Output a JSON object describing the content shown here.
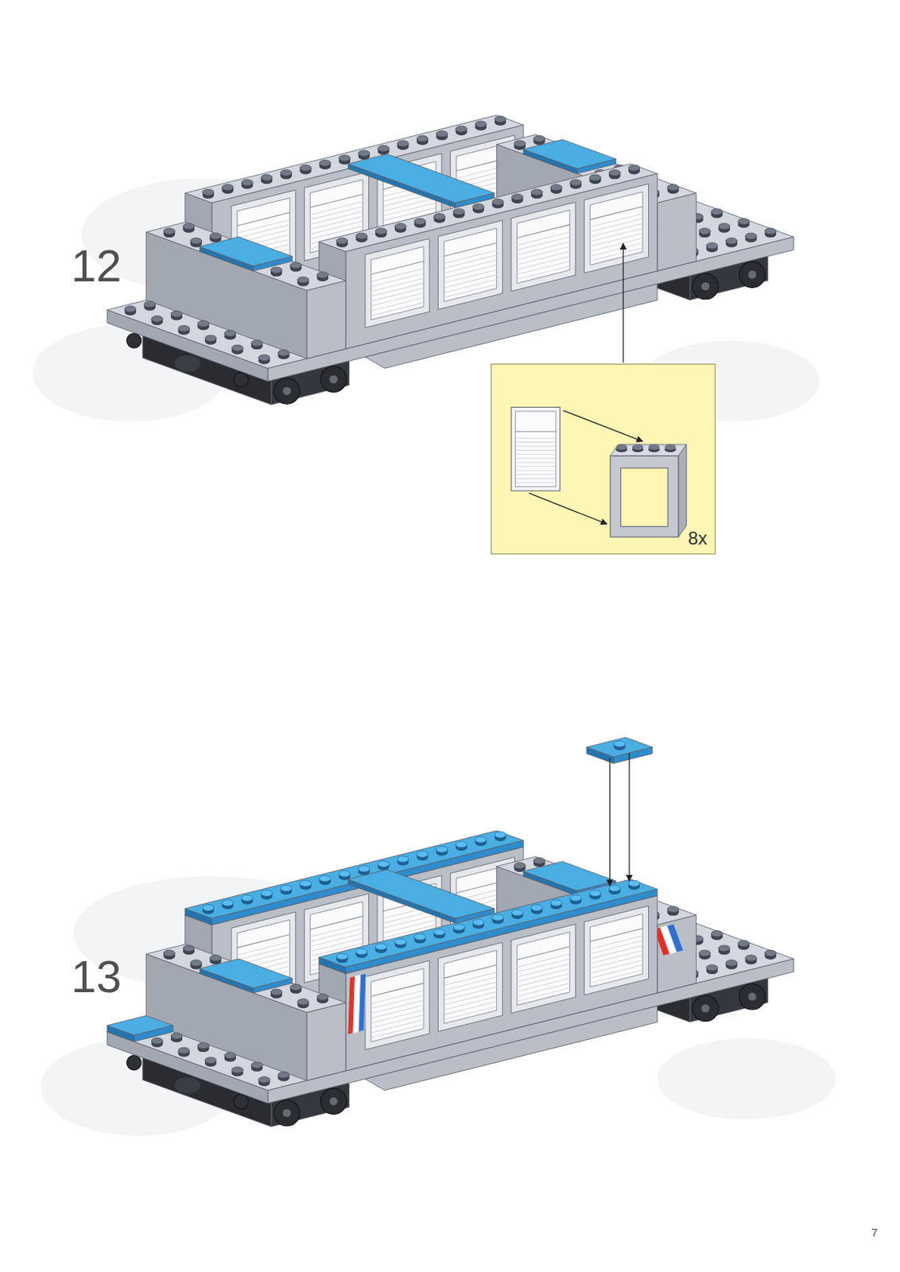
{
  "diagram": {
    "nodes": [
      {
        "text": [
          "8x"
        ]
      }
    ],
    "labels": [
      "12",
      "13",
      "7"
    ]
  }
}
